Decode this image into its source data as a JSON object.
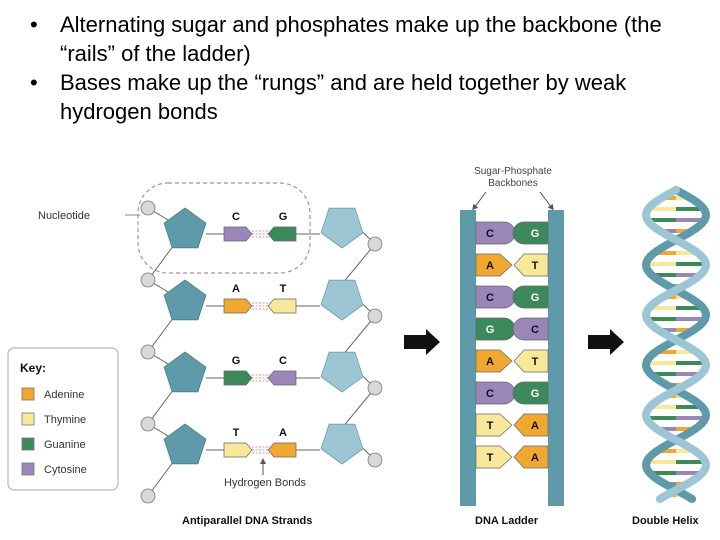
{
  "bullets": [
    {
      "marker": "•",
      "text": "Alternating sugar and phosphates make up the backbone (the “rails” of the ladder)"
    },
    {
      "marker": "•",
      "text": "Bases make up the “rungs” and are held together by weak hydrogen bonds"
    }
  ],
  "labels": {
    "nucleotide": "Nucleotide",
    "hydrogen_bonds": "Hydrogen Bonds",
    "sugar_phosphate_line1": "Sugar-Phosphate",
    "sugar_phosphate_line2": "Backbones",
    "caption_strands": "Antiparallel DNA Strands",
    "caption_ladder": "DNA Ladder",
    "caption_helix": "Double Helix"
  },
  "key": {
    "title": "Key:",
    "items": [
      {
        "label": "Adenine",
        "color": "#f0a830"
      },
      {
        "label": "Thymine",
        "color": "#f8e89a"
      },
      {
        "label": "Guanine",
        "color": "#3c8a5a"
      },
      {
        "label": "Cytosine",
        "color": "#9a86b8"
      }
    ]
  },
  "strand_pairs": [
    {
      "left": "C",
      "right": "G"
    },
    {
      "left": "A",
      "right": "T"
    },
    {
      "left": "G",
      "right": "C"
    },
    {
      "left": "T",
      "right": "A"
    }
  ],
  "ladder_pairs": [
    {
      "left": "C",
      "right": "G"
    },
    {
      "left": "A",
      "right": "T"
    },
    {
      "left": "C",
      "right": "G"
    },
    {
      "left": "G",
      "right": "C"
    },
    {
      "left": "A",
      "right": "T"
    },
    {
      "left": "C",
      "right": "G"
    },
    {
      "left": "T",
      "right": "A"
    },
    {
      "left": "T",
      "right": "A"
    }
  ],
  "colors": {
    "backbone": "#5e9aaa",
    "sugar_left": "#5e9aaa",
    "sugar_right": "#9cc6d4",
    "phosphate": "#d8d8d8",
    "arrow": "#111111"
  }
}
